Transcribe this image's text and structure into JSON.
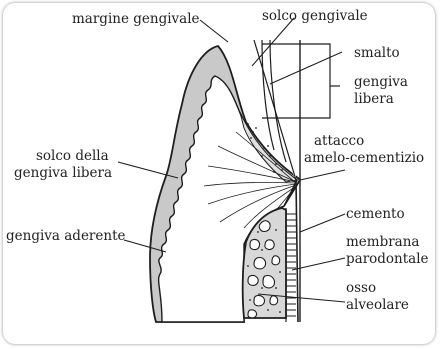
{
  "diagram": {
    "labels": {
      "margine_gengivale": "margine gengivale",
      "solco_gengivale": "solco gengivale",
      "smalto": "smalto",
      "gengiva_libera_1": "gengiva",
      "gengiva_libera_2": "libera",
      "solco_gengiva_libera_1": "solco della",
      "solco_gengiva_libera_2": "gengiva libera",
      "attacco_1": "attacco",
      "attacco_2": "amelo-cementizio",
      "cemento": "cemento",
      "membrana_1": "membrana",
      "membrana_2": "parodontale",
      "gengiva_aderente": "gengiva aderente",
      "osso_1": "osso",
      "osso_2": "alveolare"
    },
    "colors": {
      "ink": "#1e1e1e",
      "gum_fill": "#c9c9c9",
      "bone_fill": "#d8d8d8",
      "paper": "#ffffff"
    }
  }
}
